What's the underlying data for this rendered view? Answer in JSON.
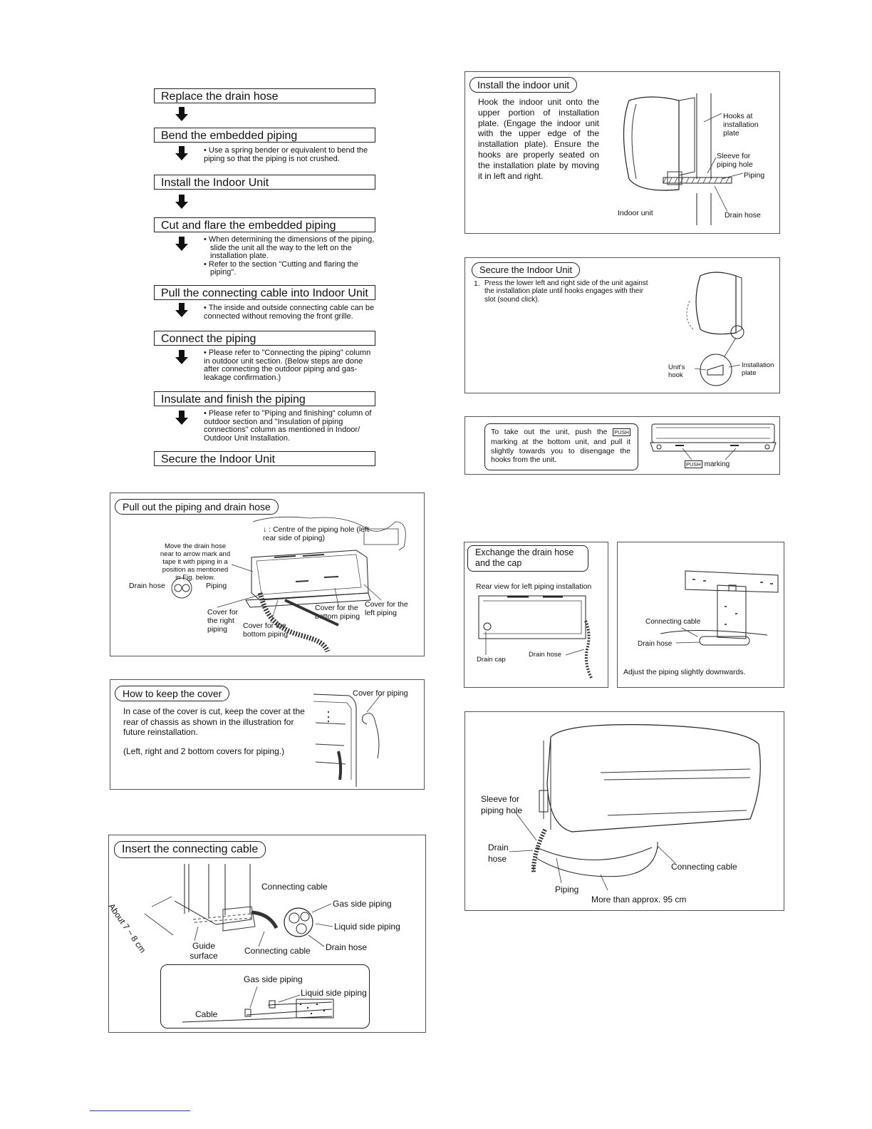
{
  "steps": [
    {
      "label": "Replace the drain hose"
    },
    {
      "label": "Bend the embedded piping",
      "notes": [
        "• Use a spring bender or equivalent to bend the piping so that the piping is not crushed."
      ]
    },
    {
      "label": "Install the Indoor Unit"
    },
    {
      "label": "Cut and flare the embedded piping",
      "notes": [
        "• When determining the dimensions of the piping, slide the unit all the way to the left on the installation plate.",
        "• Refer to the section \"Cutting and flaring the piping\"."
      ]
    },
    {
      "label": "Pull the connecting cable into Indoor Unit",
      "notes": [
        "• The inside and outside connecting cable can be connected without removing the front grille."
      ]
    },
    {
      "label": "Connect the piping",
      "notes": [
        "• Please refer to \"Connecting the piping\" column in outdoor unit section. (Below steps are done after connecting the outdoor piping and gas-leakage confirmation.)"
      ]
    },
    {
      "label": "Insulate and finish the piping",
      "notes": [
        "• Please refer to \"Piping and finishing\" column of outdoor section and \"Insulation of piping connections\" column as mentioned in Indoor/ Outdoor Unit Installation."
      ]
    },
    {
      "label": "Secure the Indoor Unit"
    }
  ],
  "pull_out": {
    "title": "Pull out the piping and drain hose",
    "centre_note": "↓ : Centre of the piping hole (left rear side of piping)",
    "move_note": "Move the drain hose near to arrow mark and tape it with piping in a position as mentioned in Fig. below.",
    "drain_hose": "Drain hose",
    "piping": "Piping",
    "cover_right": "Cover for the right piping",
    "cover_bottom1": "Cover for the bottom piping",
    "cover_bottom2": "Cover for the bottom piping",
    "cover_left": "Cover for the left piping"
  },
  "keep_cover": {
    "title": "How to keep the cover",
    "text1": "In case of the cover is cut, keep the cover at the rear of chassis as shown in the illustration for future reinstallation.",
    "text2": "(Left, right and 2 bottom covers for piping.)",
    "cover_label": "Cover for piping"
  },
  "insert_cable": {
    "title": "Insert the connecting cable",
    "about": "About 7 ~ 8 cm",
    "guide": "Guide surface",
    "connecting_cable_top": "Connecting cable",
    "connecting_cable_bottom": "Connecting cable",
    "gas": "Gas side piping",
    "liquid": "Liquid side piping",
    "drain": "Drain hose",
    "inset_gas": "Gas side piping",
    "inset_liquid": "Liquid side piping",
    "inset_cable": "Cable"
  },
  "install_indoor": {
    "title": "Install the indoor unit",
    "text": "Hook the indoor unit onto the upper portion of installation plate. (Engage the indoor unit with the upper edge of the installation plate). Ensure the hooks are properly seated on the installation plate by moving it in left and right.",
    "hooks": "Hooks at installation plate",
    "sleeve": "Sleeve for piping hole",
    "piping": "Piping",
    "indoor_unit": "Indoor unit",
    "drain_hose": "Drain hose"
  },
  "secure": {
    "title": "Secure the Indoor Unit",
    "step_no": "1.",
    "text": "Press the lower left and right side of the unit against the installation plate until hooks engages with their slot (sound click).",
    "units_hook": "Unit's hook",
    "plate": "Installation plate"
  },
  "take_out": {
    "text_a": "To take out the unit, push the",
    "push": "PUSH",
    "text_b": "marking at the bottom unit, and pull it slightly towards you to disengage the hooks from the unit.",
    "marking": "marking"
  },
  "exchange": {
    "title": "Exchange the drain hose and the cap",
    "rear_view": "Rear view for left piping installation",
    "drain_cap": "Drain cap",
    "drain_hose": "Drain hose"
  },
  "adjust": {
    "connecting_cable": "Connecting cable",
    "drain_hose": "Drain hose",
    "caption": "Adjust the piping slightly downwards."
  },
  "final": {
    "sleeve": "Sleeve for piping hole",
    "drain": "Drain hose",
    "connecting_cable": "Connecting cable",
    "piping": "Piping",
    "distance": "More than approx. 95 cm"
  }
}
